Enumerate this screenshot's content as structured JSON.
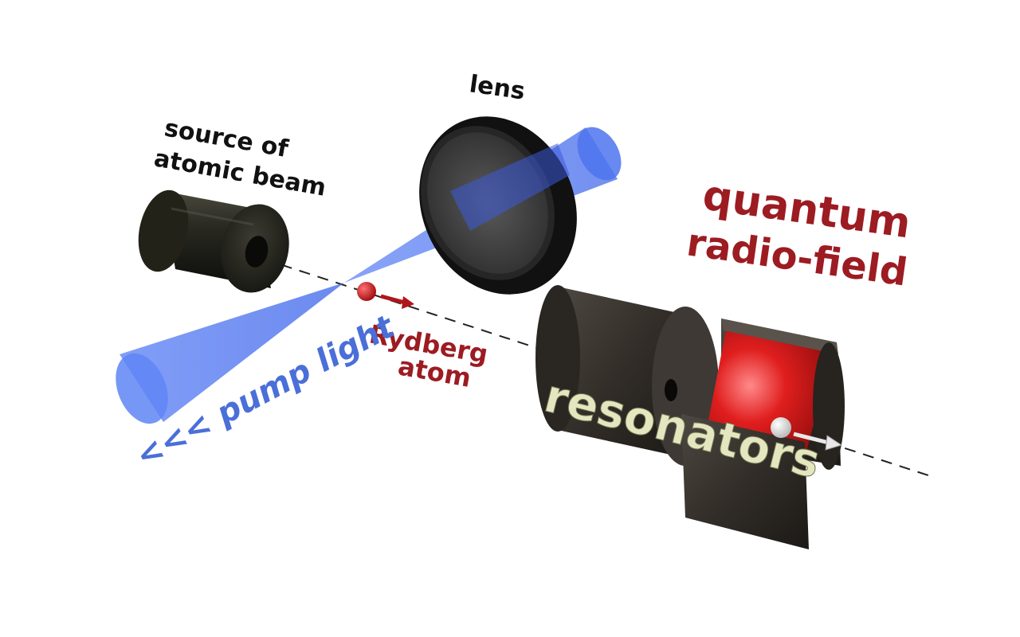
{
  "labels": {
    "source_line1": "source of",
    "source_line2": "atomic beam",
    "lens": "lens",
    "quantum_line1": "quantum",
    "quantum_line2": "radio-field",
    "rydberg_line1": "Rydberg",
    "rydberg_line2": "atom",
    "pump_light": "<<< pump light",
    "resonators": "resonators"
  },
  "colors": {
    "beam_blue": "#4d74f0",
    "atom_red": "#c0161e",
    "label_red": "#9c1c22",
    "label_blue": "#4a6fd9",
    "resonator_dark": "#3a3530",
    "cavity_red": "#d01a1a",
    "label_cream": "#e3e6bf"
  }
}
